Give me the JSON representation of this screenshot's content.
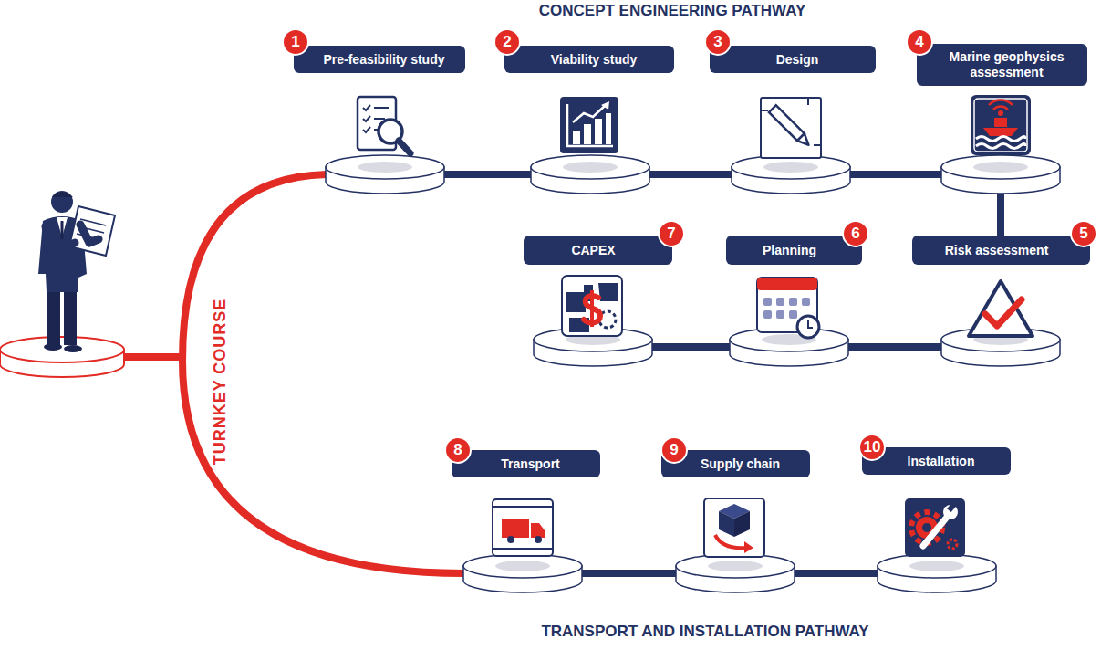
{
  "diagram": {
    "nodes": [
      {
        "text": [
          "1",
          "Pre-feasibility study"
        ]
      },
      {
        "text": [
          "2",
          "Viability study"
        ]
      },
      {
        "text": [
          "3",
          "Design"
        ]
      },
      {
        "text": [
          "4",
          "Marine geophysics assessment"
        ]
      },
      {
        "text": [
          "5",
          "Risk assessment"
        ]
      },
      {
        "text": [
          "6",
          "Planning"
        ]
      },
      {
        "text": [
          "7",
          "CAPEX"
        ]
      },
      {
        "text": [
          "8",
          "Transport"
        ]
      },
      {
        "text": [
          "9",
          "Supply chain"
        ]
      },
      {
        "text": [
          "10",
          "Installation"
        ]
      }
    ],
    "edges": [
      {
        "from": 0,
        "to": 1,
        "arrow": "none"
      },
      {
        "from": 1,
        "to": 2,
        "arrow": "none"
      },
      {
        "from": 2,
        "to": 3,
        "arrow": "none"
      },
      {
        "from": 3,
        "to": 4,
        "arrow": "none"
      },
      {
        "from": 4,
        "to": 5,
        "arrow": "none"
      },
      {
        "from": 5,
        "to": 6,
        "arrow": "none"
      },
      {
        "from": 7,
        "to": 8,
        "arrow": "none"
      },
      {
        "from": 8,
        "to": 9,
        "arrow": "none"
      }
    ],
    "labels": [
      "CONCEPT ENGINEERING PATHWAY",
      "TURNKEY COURSE",
      "TRANSPORT AND INSTALLATION PATHWAY"
    ]
  }
}
